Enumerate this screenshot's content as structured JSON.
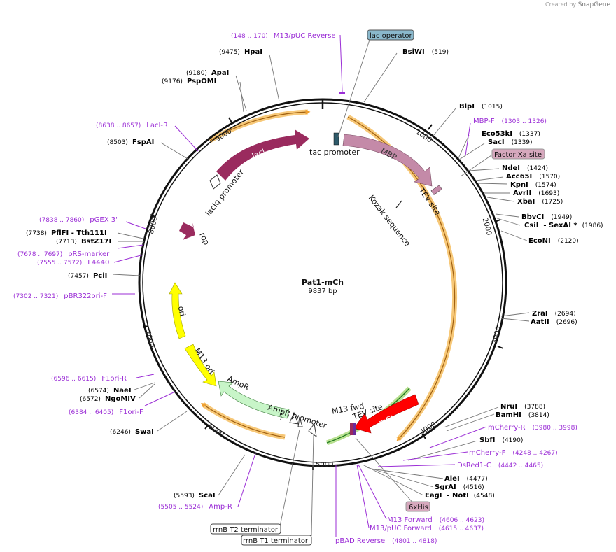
{
  "brand": {
    "created_by": "Created by",
    "app": "SnapGene"
  },
  "plasmid": {
    "name": "Pat1-mCh",
    "size": "9837 bp"
  },
  "ticks": [
    "1000",
    "2000",
    "3000",
    "4000",
    "5000",
    "6000",
    "7000",
    "8000",
    "9000"
  ],
  "colors": {
    "enzyme": "#000000",
    "primer": "#9b2ed6",
    "lacI": "#9a2b5e",
    "mbp": "#c48aa8",
    "ori": "#ffff00",
    "ampr": "#c8f5c8",
    "mcherry": "#ff0000",
    "orf": "#f5b44a",
    "orf_green": "#1f7a1f",
    "lac_op": "#8ab8cc",
    "factor_xa": "#d6a8bd"
  },
  "features": {
    "lacI": "lacI",
    "mbp": "MBP",
    "lacIq_promoter": "lacIq promoter",
    "tac_promoter": "tac promoter",
    "tev1": "TEV site",
    "kozak": "Kozak sequence",
    "rop": "rop",
    "ori": "ori",
    "m13ori": "M13 ori",
    "ampr": "AmpR",
    "ampr_promoter": "AmpR promoter",
    "m13fwd": "M13 fwd",
    "tev2": "TEV site",
    "mcherry": "mCherry"
  },
  "boxes": {
    "lac_operator": "lac operator",
    "factor_xa": "Factor Xa site",
    "his": "6xHis",
    "rrnbt2": "rrnB T2 terminator",
    "rrnbt1": "rrnB T1 terminator"
  },
  "sites": {
    "hpai": {
      "pos": "(9475)",
      "name": "HpaI"
    },
    "bsiwi": {
      "name": "BsiWI",
      "pos": "(519)"
    },
    "apai": {
      "pos": "(9180)",
      "name": "ApaI"
    },
    "pspomi": {
      "pos": "(9176)",
      "name": "PspOMI"
    },
    "blpi": {
      "name": "BlpI",
      "pos": "(1015)"
    },
    "eco53ki": {
      "name": "Eco53kI",
      "pos": "(1337)"
    },
    "saci": {
      "name": "SacI",
      "pos": "(1339)"
    },
    "fspai": {
      "pos": "(8503)",
      "name": "FspAI"
    },
    "ndei": {
      "name": "NdeI",
      "pos": "(1424)"
    },
    "acc65i": {
      "name": "Acc65I",
      "pos": "(1570)"
    },
    "kpni": {
      "name": "KpnI",
      "pos": "(1574)"
    },
    "avrii": {
      "name": "AvrII",
      "pos": "(1693)"
    },
    "xbai": {
      "name": "XbaI",
      "pos": "(1725)"
    },
    "bbvci": {
      "name": "BbvCI",
      "pos": "(1949)"
    },
    "csii": {
      "name": "CsiI  - SexAI *",
      "pos": "(1986)"
    },
    "pflfi": {
      "pos": "(7738)",
      "name": "PflFI  - Tth111I"
    },
    "bstz17i": {
      "pos": "(7713)",
      "name": "BstZ17I"
    },
    "econi": {
      "name": "EcoNI",
      "pos": "(2120)"
    },
    "pcii": {
      "pos": "(7457)",
      "name": "PciI"
    },
    "zrai": {
      "name": "ZraI",
      "pos": "(2694)"
    },
    "aatii": {
      "name": "AatII",
      "pos": "(2696)"
    },
    "naei": {
      "pos": "(6574)",
      "name": "NaeI"
    },
    "ngomiv": {
      "pos": "(6572)",
      "name": "NgoMIV"
    },
    "nrui": {
      "name": "NruI",
      "pos": "(3788)"
    },
    "bamhi": {
      "name": "BamHI",
      "pos": "(3814)"
    },
    "swai": {
      "pos": "(6246)",
      "name": "SwaI"
    },
    "sbfi": {
      "name": "SbfI",
      "pos": "(4190)"
    },
    "alei": {
      "name": "AleI",
      "pos": "(4477)"
    },
    "sgrai": {
      "name": "SgrAI",
      "pos": "(4516)"
    },
    "eagi": {
      "name": "EagI  - NotI",
      "pos": "(4548)"
    },
    "scai": {
      "pos": "(5593)",
      "name": "ScaI"
    }
  },
  "primers": {
    "m13puc_rev": {
      "pos": "(148 .. 170)",
      "name": "M13/pUC Reverse"
    },
    "laci_r": {
      "pos": "(8638 .. 8657)",
      "name": "LacI-R"
    },
    "mbp_f": {
      "name": "MBP-F",
      "pos": "(1303 .. 1326)"
    },
    "pgex3": {
      "pos": "(7838 .. 7860)",
      "name": "pGEX 3'"
    },
    "prs": {
      "pos": "(7678 .. 7697)",
      "name": "pRS-marker"
    },
    "l4440": {
      "pos": "(7555 .. 7572)",
      "name": "L4440"
    },
    "pbr322": {
      "pos": "(7302 .. 7321)",
      "name": "pBR322ori-F"
    },
    "f1ori_r": {
      "pos": "(6596 .. 6615)",
      "name": "F1ori-R"
    },
    "f1ori_f": {
      "pos": "(6384 .. 6405)",
      "name": "F1ori-F"
    },
    "mcherry_r": {
      "name": "mCherry-R",
      "pos": "(3980 .. 3998)"
    },
    "mcherry_f": {
      "name": "mCherry-F",
      "pos": "(4248 .. 4267)"
    },
    "dsred1c": {
      "name": "DsRed1-C",
      "pos": "(4442 .. 4465)"
    },
    "m13fwd": {
      "name": "M13 Forward",
      "pos": "(4606 .. 4623)"
    },
    "m13puc_fwd": {
      "name": "M13/pUC Forward",
      "pos": "(4615 .. 4637)"
    },
    "ampr": {
      "pos": "(5505 .. 5524)",
      "name": "Amp-R"
    },
    "pbad": {
      "name": "pBAD Reverse",
      "pos": "(4801 .. 4818)"
    }
  }
}
